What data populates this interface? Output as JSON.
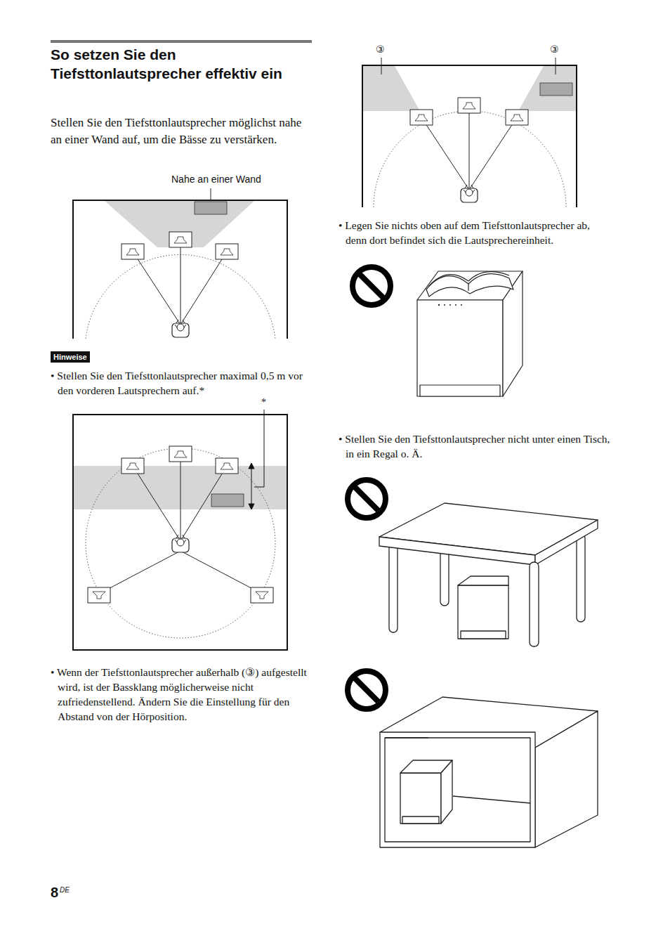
{
  "diagram": {
    "title": "So setzen Sie den Tiefsttonlautsprecher effektiv ein",
    "nodes": [
      {
        "text": [
          "Hinweise"
        ]
      }
    ],
    "edges": [],
    "labels": [
      "Stellen Sie den Tiefsttonlautsprecher möglichst nahe an einer Wand auf, um die Bässe zu verstärken.",
      "Nahe an einer Wand",
      "• Stellen Sie den Tiefsttonlautsprecher maximal 0,5 m vor den vorderen Lautsprechern auf.*",
      "*",
      "• Wenn der Tiefsttonlautsprecher außerhalb (③) aufgestellt wird, ist der Bassklang möglicherweise nicht zufriedenstellend. Ändern Sie die Einstellung für den Abstand von der Hörposition.",
      "③",
      "③",
      "• Legen Sie nichts oben auf dem Tiefsttonlautsprecher ab, denn dort befindet sich die Lautsprechereinheit.",
      "• Stellen Sie den Tiefsttonlautsprecher nicht unter einen Tisch, in ein Regal o. Ä.",
      "8",
      "DE"
    ]
  }
}
